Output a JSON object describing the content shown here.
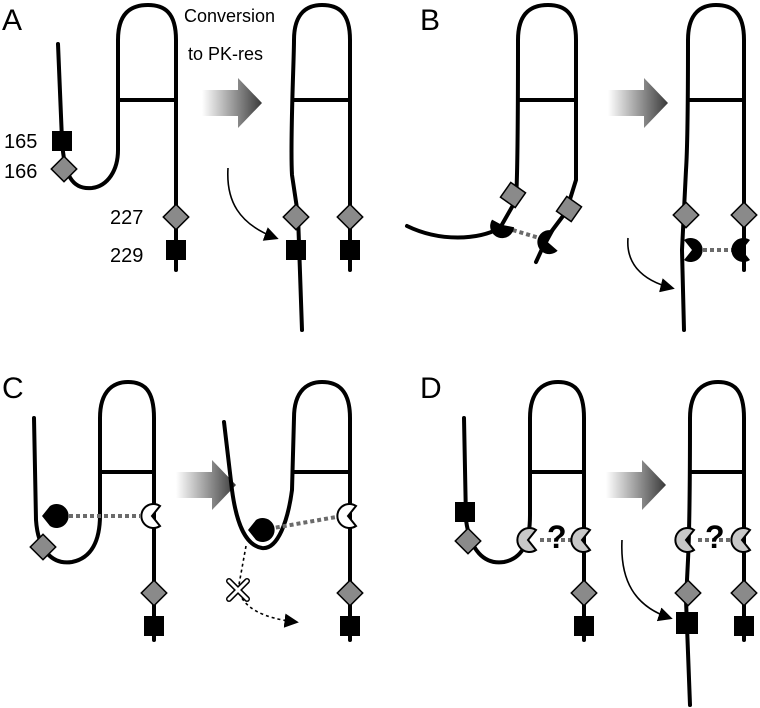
{
  "panels": [
    {
      "letter": "A"
    },
    {
      "letter": "B"
    },
    {
      "letter": "C"
    },
    {
      "letter": "D"
    }
  ],
  "labels": {
    "conversion_line1": "Conversion",
    "conversion_line2": "to PK-res",
    "res_165": "165",
    "res_166": "166",
    "res_227": "227",
    "res_229": "229"
  },
  "unknown_marker": "?",
  "colors": {
    "strand": "#000000",
    "diamond": "#8a8a8a",
    "light_clamp": "#c8c8c8",
    "dotted_link": "#6b6b6b",
    "arrow_gradient_start": "#ffffff",
    "arrow_gradient_end": "#3a3a3a"
  }
}
